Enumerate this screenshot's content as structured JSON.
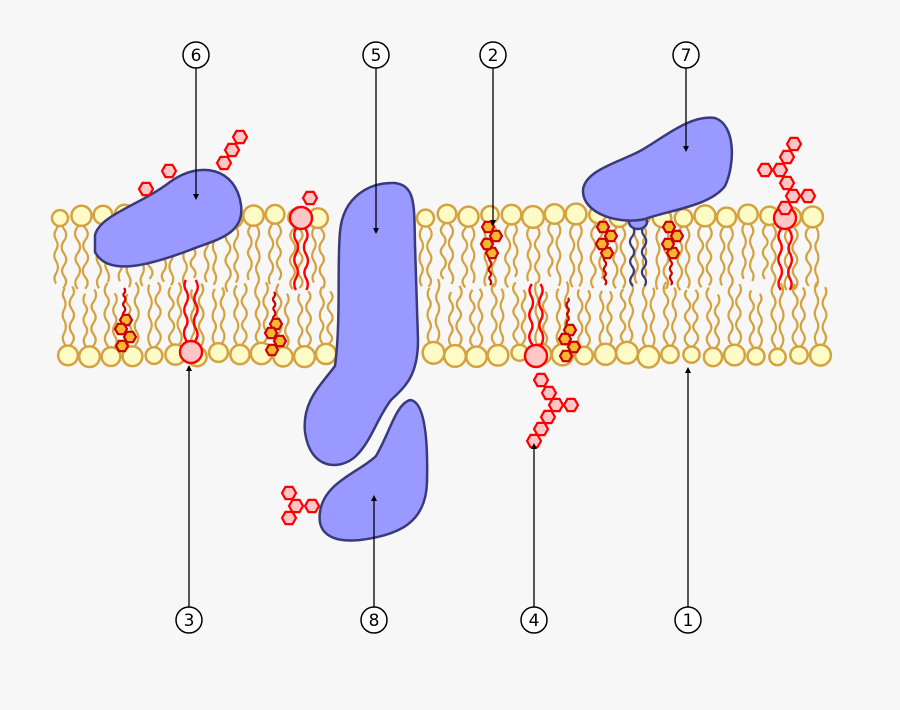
{
  "colors": {
    "background": "#f7f7f7",
    "lipid_head_fill": "#fffbc6",
    "lipid_stroke": "#d4a23e",
    "protein_fill": "#9999ff",
    "protein_stroke": "#3a3a7a",
    "glyco_fill": "#ffc6c8",
    "glyco_stroke": "#ff0000",
    "cholesterol_fill": "#f7b731",
    "cholesterol_stroke": "#cc0000",
    "anchor_tail": "#3a3a7a"
  },
  "labels": [
    {
      "id": "label-6",
      "text": "6"
    },
    {
      "id": "label-5",
      "text": "5"
    },
    {
      "id": "label-2",
      "text": "2"
    },
    {
      "id": "label-7",
      "text": "7"
    },
    {
      "id": "label-3",
      "text": "3"
    },
    {
      "id": "label-8",
      "text": "8"
    },
    {
      "id": "label-4",
      "text": "4"
    },
    {
      "id": "label-1",
      "text": "1"
    }
  ]
}
